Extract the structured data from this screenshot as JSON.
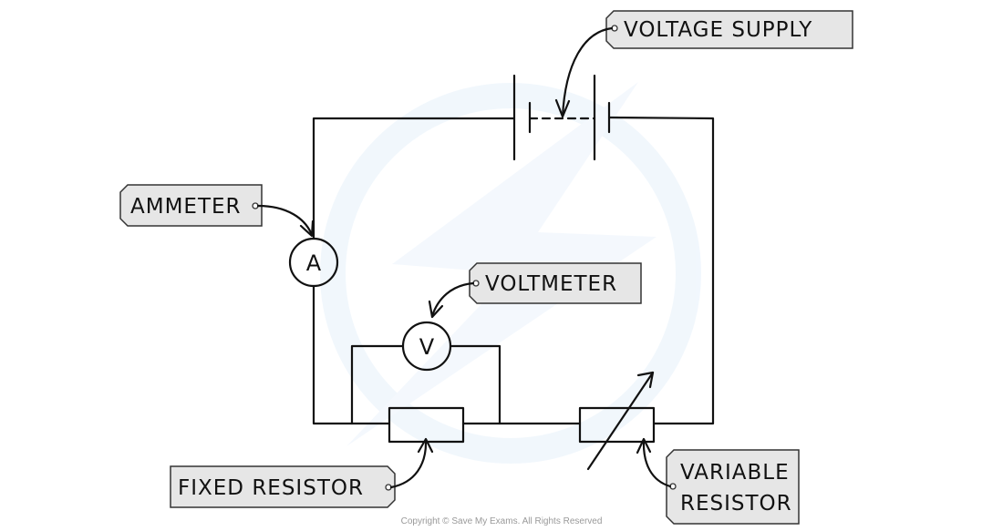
{
  "labels": {
    "voltage_supply": "VOLTAGE  SUPPLY",
    "ammeter": "AMMETER",
    "voltmeter": "VOLTMETER",
    "fixed_resistor": "FIXED  RESISTOR",
    "variable_resistor_line1": "VARIABLE",
    "variable_resistor_line2": "RESISTOR"
  },
  "symbols": {
    "ammeter": "A",
    "voltmeter": "V"
  },
  "copyright": "Copyright © Save My Exams. All Rights Reserved",
  "colors": {
    "tag_fill": "#e6e6e6",
    "wire": "#111111",
    "watermark": "#e8f2fb"
  }
}
